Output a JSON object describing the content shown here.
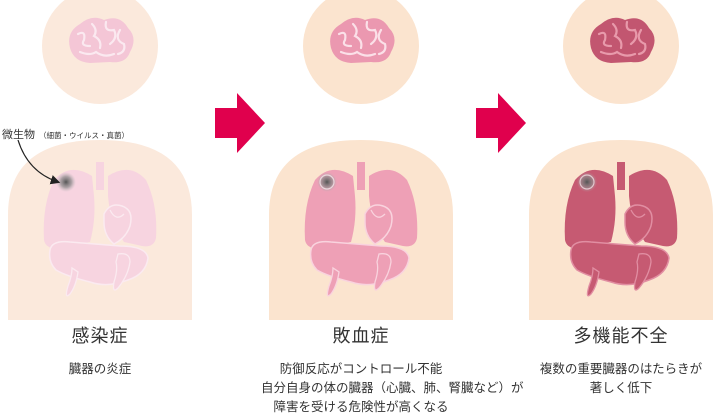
{
  "pathogen_label": {
    "main": "微生物",
    "sub": "（細菌・ウイルス・真菌）"
  },
  "stages": [
    {
      "title": "感染症",
      "lines": [
        "臓器の炎症"
      ],
      "body_color": "#fbe9dc",
      "brain_color": "#f4c6d6",
      "brain_line": "#fbe9f0",
      "organ_color": "#f7d4e0",
      "organ_line": "#fbeaf0"
    },
    {
      "title": "敗血症",
      "lines": [
        "防御反応がコントロール不能",
        "自分自身の体の臓器（心臓、肺、腎臓など）が",
        "障害を受ける危険性が高くなる"
      ],
      "body_color": "#fbe4cf",
      "brain_color": "#eb98b0",
      "brain_line": "#fbe0e8",
      "organ_color": "#eea0b6",
      "organ_line": "#f9d3de"
    },
    {
      "title": "多機能不全",
      "lines": [
        "複数の重要臓器のはたらきが",
        "著しく低下"
      ],
      "body_color": "#fbe4cf",
      "brain_color": "#c25670",
      "brain_line": "#e89aab",
      "organ_color": "#c65a72",
      "organ_line": "#e18ea2"
    }
  ],
  "arrow_color": "#e0004d"
}
